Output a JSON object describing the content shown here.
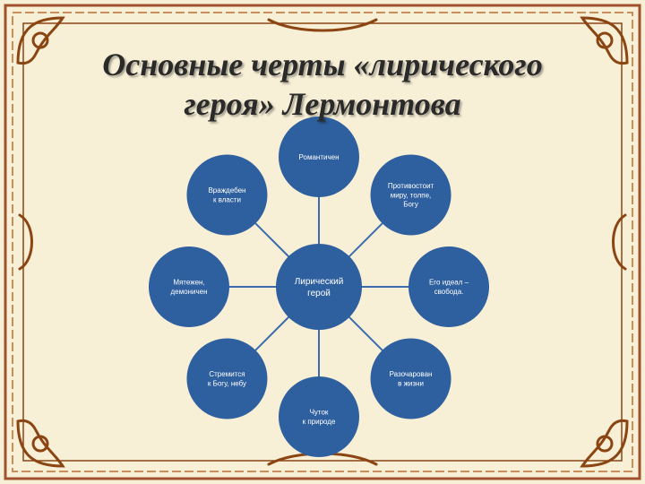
{
  "title": {
    "line1": "Основные черты «лирического",
    "line2": "героя» Лермонтова"
  },
  "colors": {
    "background": "#f7efd6",
    "frame": "#a0522d",
    "node_fill": "#2e5f9e",
    "connector": "#3a6cae",
    "text": "#ffffff"
  },
  "center": {
    "lines": [
      "Лирический",
      "герой"
    ]
  },
  "nodes": [
    {
      "id": "romantic",
      "lines": [
        "Романтичен"
      ]
    },
    {
      "id": "opposes",
      "lines": [
        "Противостоит",
        "миру, толпе,",
        "Богу"
      ]
    },
    {
      "id": "freedom",
      "lines": [
        "Его идеал –",
        "свобода."
      ]
    },
    {
      "id": "disappointed",
      "lines": [
        "Разочарован",
        "в жизни"
      ]
    },
    {
      "id": "nature",
      "lines": [
        "Чуток",
        "к природе"
      ]
    },
    {
      "id": "heaven",
      "lines": [
        "Стремится",
        "к Богу, небу"
      ]
    },
    {
      "id": "rebel",
      "lines": [
        "Мятежен,",
        "демоничен"
      ]
    },
    {
      "id": "hostile",
      "lines": [
        "Враждебен",
        "к власти"
      ]
    }
  ]
}
